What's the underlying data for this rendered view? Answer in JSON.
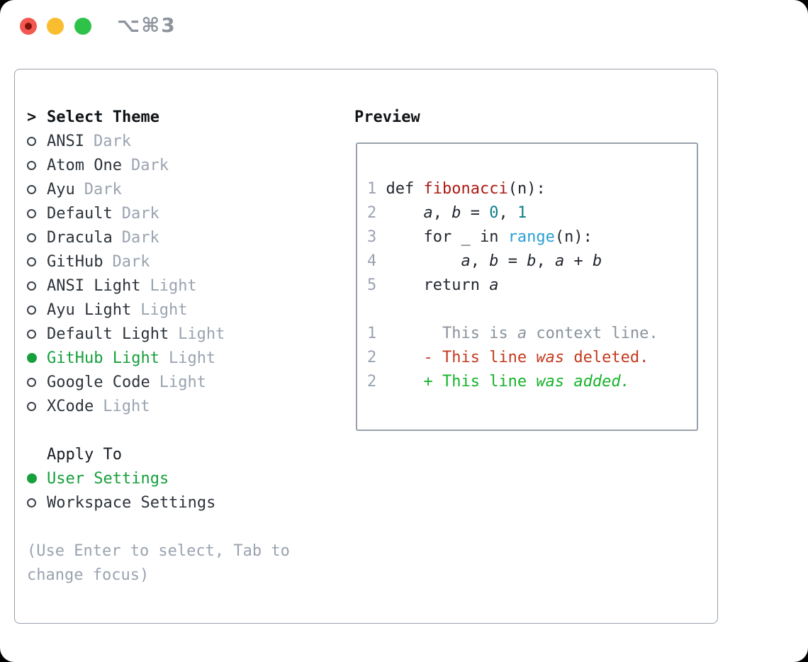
{
  "titlebar": {
    "shortcut": "⌥⌘3",
    "traffic_lights": {
      "close": "#f4574f",
      "close_dot": "#7d130c",
      "minimize": "#f9bd2f",
      "zoom": "#2fc248"
    }
  },
  "theme_picker": {
    "prompt_prefix": ">",
    "header": "Select Theme",
    "themes": [
      {
        "name": "ANSI",
        "tag": "Dark",
        "selected": false
      },
      {
        "name": "Atom One",
        "tag": "Dark",
        "selected": false
      },
      {
        "name": "Ayu",
        "tag": "Dark",
        "selected": false
      },
      {
        "name": "Default",
        "tag": "Dark",
        "selected": false
      },
      {
        "name": "Dracula",
        "tag": "Dark",
        "selected": false
      },
      {
        "name": "GitHub",
        "tag": "Dark",
        "selected": false
      },
      {
        "name": "ANSI Light",
        "tag": "Light",
        "selected": false
      },
      {
        "name": "Ayu Light",
        "tag": "Light",
        "selected": false
      },
      {
        "name": "Default Light",
        "tag": "Light",
        "selected": false
      },
      {
        "name": "GitHub Light",
        "tag": "Light",
        "selected": true
      },
      {
        "name": "Google Code",
        "tag": "Light",
        "selected": false
      },
      {
        "name": "XCode",
        "tag": "Light",
        "selected": false
      }
    ],
    "apply_header": "Apply To",
    "apply_options": [
      {
        "name": "User Settings",
        "selected": true
      },
      {
        "name": "Workspace Settings",
        "selected": false
      }
    ],
    "hint_lines": [
      "(Use Enter to select, Tab to",
      "change focus)"
    ]
  },
  "preview": {
    "title": "Preview",
    "selection_green": "#16a03c",
    "code_lines": [
      {
        "num": "1",
        "segments": [
          {
            "text": "def ",
            "style": "plain"
          },
          {
            "text": "fibonacci",
            "style": "function"
          },
          {
            "text": "(n):",
            "style": "plain"
          }
        ]
      },
      {
        "num": "2",
        "segments": [
          {
            "text": "    ",
            "style": "plain"
          },
          {
            "text": "a",
            "style": "variable"
          },
          {
            "text": ", ",
            "style": "plain"
          },
          {
            "text": "b",
            "style": "variable"
          },
          {
            "text": " = ",
            "style": "plain"
          },
          {
            "text": "0",
            "style": "number"
          },
          {
            "text": ", ",
            "style": "plain"
          },
          {
            "text": "1",
            "style": "number"
          }
        ]
      },
      {
        "num": "3",
        "segments": [
          {
            "text": "    for _ in ",
            "style": "plain"
          },
          {
            "text": "range",
            "style": "call"
          },
          {
            "text": "(n):",
            "style": "plain"
          }
        ]
      },
      {
        "num": "4",
        "segments": [
          {
            "text": "        ",
            "style": "plain"
          },
          {
            "text": "a",
            "style": "variable"
          },
          {
            "text": ", ",
            "style": "plain"
          },
          {
            "text": "b",
            "style": "variable"
          },
          {
            "text": " = ",
            "style": "plain"
          },
          {
            "text": "b",
            "style": "variable"
          },
          {
            "text": ", ",
            "style": "plain"
          },
          {
            "text": "a",
            "style": "variable"
          },
          {
            "text": " + ",
            "style": "plain"
          },
          {
            "text": "b",
            "style": "variable"
          }
        ]
      },
      {
        "num": "5",
        "segments": [
          {
            "text": "    return ",
            "style": "plain"
          },
          {
            "text": "a",
            "style": "variable"
          }
        ]
      },
      {
        "num": "",
        "segments": []
      },
      {
        "num": "1",
        "segments": [
          {
            "text": "      This is ",
            "style": "context"
          },
          {
            "text": "a",
            "style": "context-italic"
          },
          {
            "text": " context line.",
            "style": "context"
          }
        ]
      },
      {
        "num": "2",
        "segments": [
          {
            "text": "    - This line ",
            "style": "deleted"
          },
          {
            "text": "was",
            "style": "deleted-italic"
          },
          {
            "text": " deleted.",
            "style": "deleted"
          }
        ]
      },
      {
        "num": "2",
        "segments": [
          {
            "text": "    + This line ",
            "style": "added"
          },
          {
            "text": "was added.",
            "style": "added-italic"
          }
        ]
      }
    ]
  }
}
